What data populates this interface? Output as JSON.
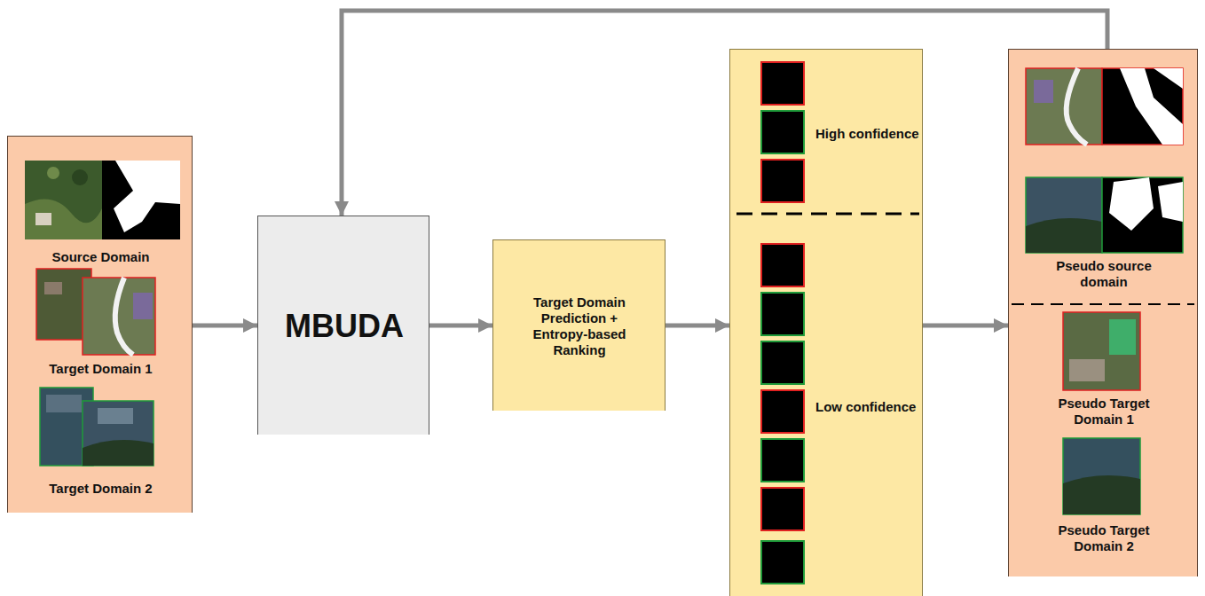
{
  "diagram": {
    "nodes": [
      {
        "text": [
          "Source Domain",
          "Target Domain 1",
          "Target Domain 2"
        ]
      },
      {
        "text": [
          "MBUDA"
        ]
      },
      {
        "text": [
          "Target Domain Prediction + Entropy-based Ranking"
        ]
      },
      {
        "text": [
          "High confidence",
          "Low confidence"
        ]
      },
      {
        "text": [
          "Pseudo source domain",
          "Pseudo Target Domain 1",
          "Pseudo Target Domain 2"
        ]
      }
    ],
    "edges": [
      {
        "from": 0,
        "to": 1,
        "arrow": "to"
      },
      {
        "from": 1,
        "to": 2,
        "arrow": "to"
      },
      {
        "from": 2,
        "to": 3,
        "arrow": "to"
      },
      {
        "from": 3,
        "to": 4,
        "arrow": "to"
      },
      {
        "from": 4,
        "to": 1,
        "arrow": "to"
      }
    ]
  }
}
